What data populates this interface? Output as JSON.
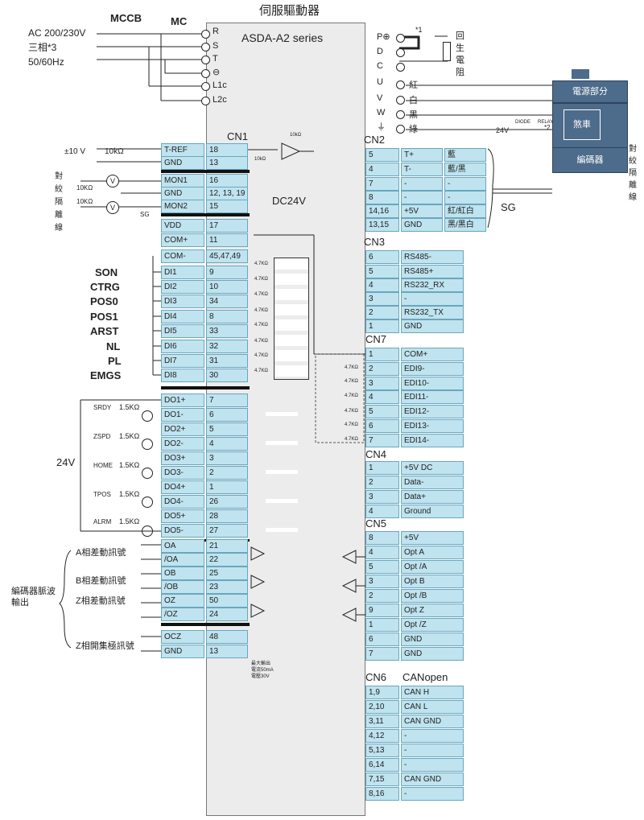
{
  "header": {
    "title": "伺服驅動器",
    "series": "ASDA-A2 series"
  },
  "power": {
    "breaker": "MCCB",
    "contactor": "MC",
    "supply_voltage": "AC 200/230V",
    "phase": "三相*3",
    "frequency": "50/60Hz",
    "terminals": [
      "R",
      "S",
      "T",
      "⊖",
      "L1c",
      "L2c"
    ]
  },
  "motor_terminals": [
    "P⊕",
    "D",
    "C",
    "U",
    "V",
    "W",
    "⏚"
  ],
  "regen": {
    "note": "*1",
    "label": "回生電阻"
  },
  "motor_wires": [
    "紅",
    "白",
    "黑",
    "綠"
  ],
  "motor": {
    "power_label": "電源部分",
    "brake_label": "煞車",
    "encoder_label": "編碼器",
    "brake_voltage": "24V",
    "brake_note": "*2",
    "diode": "DIODE",
    "relay": "RELAY"
  },
  "twisted_shielded": "對絞隔離線",
  "sg_label": "SG",
  "cn1": {
    "title": "CN1",
    "analog_pins": [
      {
        "name": "T-REF",
        "pin": "18"
      },
      {
        "name": "GND",
        "pin": "13"
      },
      {
        "name": "MON1",
        "pin": "16"
      },
      {
        "name": "GND",
        "pin": "12, 13, 19"
      },
      {
        "name": "MON2",
        "pin": "15"
      },
      {
        "name": "VDD",
        "pin": "17"
      },
      {
        "name": "COM+",
        "pin": "11"
      },
      {
        "name": "COM-",
        "pin": "45,47,49"
      }
    ],
    "di_pins": [
      {
        "func": "SON",
        "name": "DI1",
        "pin": "9"
      },
      {
        "func": "CTRG",
        "name": "DI2",
        "pin": "10"
      },
      {
        "func": "POS0",
        "name": "DI3",
        "pin": "34"
      },
      {
        "func": "POS1",
        "name": "DI4",
        "pin": "8"
      },
      {
        "func": "ARST",
        "name": "DI5",
        "pin": "33"
      },
      {
        "func": "NL",
        "name": "DI6",
        "pin": "32"
      },
      {
        "func": "PL",
        "name": "DI7",
        "pin": "31"
      },
      {
        "func": "EMGS",
        "name": "DI8",
        "pin": "30"
      }
    ],
    "do_pins": [
      {
        "name": "DO1+",
        "pin": "7"
      },
      {
        "name": "DO1-",
        "pin": "6"
      },
      {
        "name": "DO2+",
        "pin": "5"
      },
      {
        "name": "DO2-",
        "pin": "4"
      },
      {
        "name": "DO3+",
        "pin": "3"
      },
      {
        "name": "DO3-",
        "pin": "2"
      },
      {
        "name": "DO4+",
        "pin": "1"
      },
      {
        "name": "DO4-",
        "pin": "26"
      },
      {
        "name": "DO5+",
        "pin": "28"
      },
      {
        "name": "DO5-",
        "pin": "27"
      }
    ],
    "do_funcs": [
      "SRDY",
      "ZSPD",
      "HOME",
      "TPOS",
      "ALRM"
    ],
    "enc_pins": [
      {
        "name": "OA",
        "pin": "21"
      },
      {
        "name": "/OA",
        "pin": "22"
      },
      {
        "name": "OB",
        "pin": "25"
      },
      {
        "name": "/OB",
        "pin": "23"
      },
      {
        "name": "OZ",
        "pin": "50"
      },
      {
        "name": "/OZ",
        "pin": "24"
      },
      {
        "name": "OCZ",
        "pin": "48"
      },
      {
        "name": "GND",
        "pin": "13"
      }
    ]
  },
  "labels": {
    "ref_voltage": "±10 V",
    "r10k": "10kΩ",
    "r10ko": "10KΩ",
    "r15k": "1.5KΩ",
    "r47k": "4.7KΩ",
    "dc24v": "DC24V",
    "v24": "24V",
    "meter": "V",
    "r10k_small": "10kΩ",
    "a_phase": "A相差動訊號",
    "b_phase": "B相差動訊號",
    "z_phase": "Z相差動訊號",
    "encoder_output": "編碼器脈波輸出",
    "z_open_collector": "Z相開集極訊號",
    "max_note_1": "最大輸出",
    "max_note_2": "電流50mA",
    "max_note_3": "電壓30V"
  },
  "cn2": {
    "title": "CN2",
    "rows": [
      {
        "pin": "5",
        "sig": "T+",
        "color": "藍"
      },
      {
        "pin": "4",
        "sig": "T-",
        "color": "藍/黑"
      },
      {
        "pin": "7",
        "sig": "-",
        "color": "-"
      },
      {
        "pin": "8",
        "sig": "-",
        "color": "-"
      },
      {
        "pin": "14,16",
        "sig": "+5V",
        "color": "紅/紅白"
      },
      {
        "pin": "13,15",
        "sig": "GND",
        "color": "黑/黑白"
      }
    ]
  },
  "cn3": {
    "title": "CN3",
    "rows": [
      {
        "pin": "6",
        "sig": "RS485-"
      },
      {
        "pin": "5",
        "sig": "RS485+"
      },
      {
        "pin": "4",
        "sig": "RS232_RX"
      },
      {
        "pin": "3",
        "sig": "-"
      },
      {
        "pin": "2",
        "sig": "RS232_TX"
      },
      {
        "pin": "1",
        "sig": "GND"
      }
    ]
  },
  "cn7": {
    "title": "CN7",
    "rows": [
      {
        "pin": "1",
        "sig": "COM+"
      },
      {
        "pin": "2",
        "sig": "EDI9-"
      },
      {
        "pin": "3",
        "sig": "EDI10-"
      },
      {
        "pin": "4",
        "sig": "EDI11-"
      },
      {
        "pin": "5",
        "sig": "EDI12-"
      },
      {
        "pin": "6",
        "sig": "EDI13-"
      },
      {
        "pin": "7",
        "sig": "EDI14-"
      }
    ]
  },
  "cn4": {
    "title": "CN4",
    "rows": [
      {
        "pin": "1",
        "sig": "+5V DC"
      },
      {
        "pin": "2",
        "sig": "Data-"
      },
      {
        "pin": "3",
        "sig": "Data+"
      },
      {
        "pin": "4",
        "sig": "Ground"
      }
    ]
  },
  "cn5": {
    "title": "CN5",
    "rows": [
      {
        "pin": "8",
        "sig": "+5V"
      },
      {
        "pin": "4",
        "sig": "Opt A"
      },
      {
        "pin": "5",
        "sig": "Opt /A"
      },
      {
        "pin": "3",
        "sig": "Opt B"
      },
      {
        "pin": "2",
        "sig": "Opt /B"
      },
      {
        "pin": "9",
        "sig": "Opt Z"
      },
      {
        "pin": "1",
        "sig": "Opt /Z"
      },
      {
        "pin": "6",
        "sig": "GND"
      },
      {
        "pin": "7",
        "sig": "GND"
      }
    ]
  },
  "cn6": {
    "title": "CN6",
    "subtitle": "CANopen",
    "rows": [
      {
        "pin": "1,9",
        "sig": "CAN H"
      },
      {
        "pin": "2,10",
        "sig": "CAN L"
      },
      {
        "pin": "3,11",
        "sig": "CAN GND"
      },
      {
        "pin": "4,12",
        "sig": "-"
      },
      {
        "pin": "5,13",
        "sig": "-"
      },
      {
        "pin": "6,14",
        "sig": "-"
      },
      {
        "pin": "7,15",
        "sig": "CAN GND"
      },
      {
        "pin": "8,16",
        "sig": "-"
      }
    ]
  },
  "colors": {
    "pin_fill": "#bfe3ef",
    "pin_border": "#6aa6bd",
    "motor_fill": "#4d6b8a",
    "body_fill": "#ececec"
  }
}
